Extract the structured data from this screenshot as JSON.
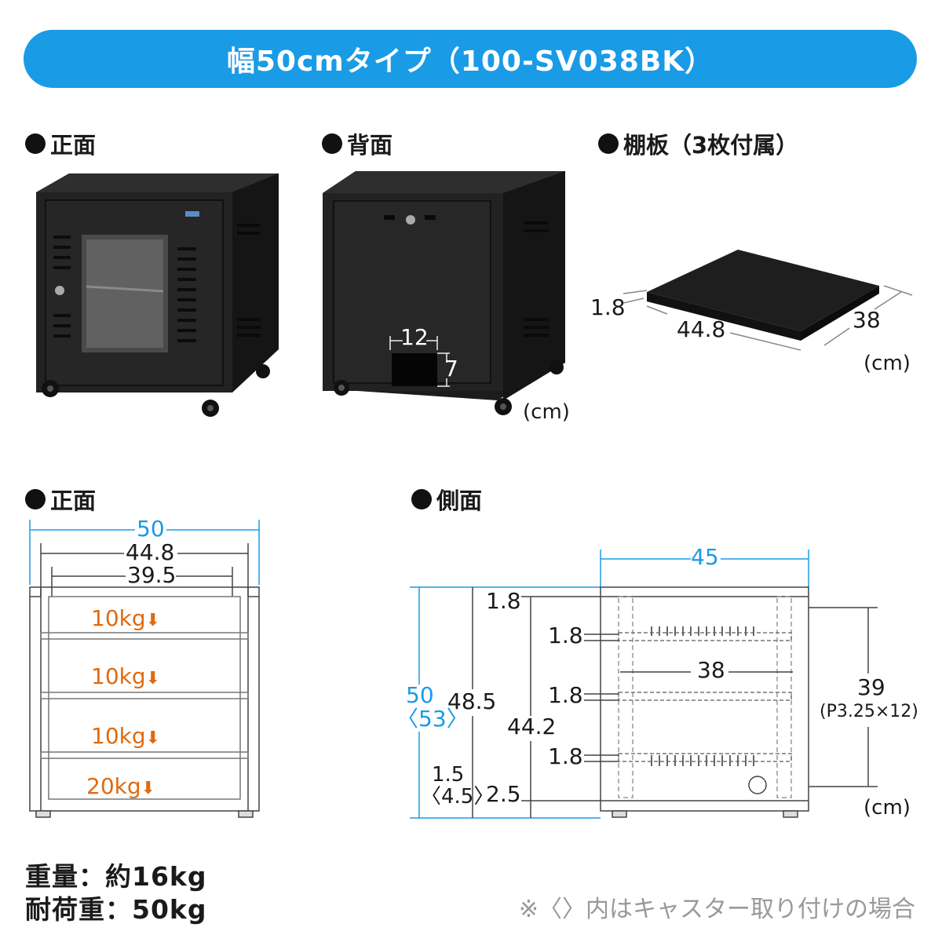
{
  "banner": {
    "title": "幅50cmタイプ（100-SV038BK）",
    "color": "#1a9be6"
  },
  "photos": {
    "front": {
      "heading": "正面"
    },
    "back": {
      "heading": "背面",
      "cutout_width": "12",
      "cutout_height": "7",
      "unit": "(cm)"
    },
    "shelf": {
      "heading": "棚板（3枚付属）",
      "thickness": "1.8",
      "width": "44.8",
      "depth": "38",
      "unit": "(cm)"
    }
  },
  "front_diagram": {
    "heading": "正面",
    "outer_width": "50",
    "inner_width": "44.8",
    "shelf_width": "39.5",
    "loads": [
      "10kg",
      "10kg",
      "10kg",
      "20kg"
    ],
    "load_color": "#e06a10",
    "dim_color": "#1a9be6"
  },
  "side_diagram": {
    "heading": "側面",
    "depth": "45",
    "height": "50",
    "height_caster": "〈53〉",
    "inner_height": "48.5",
    "rail_height": "44.2",
    "top_thickness": "1.8",
    "shelf_thickness": [
      "1.8",
      "1.8",
      "1.8"
    ],
    "shelf_depth": "38",
    "bottom_clearance": "1.5",
    "bottom_clearance_caster": "〈4.5〉",
    "bottom_gap": "2.5",
    "pitch_height": "39",
    "pitch_note": "(P3.25×12)",
    "unit": "(cm)"
  },
  "specs": {
    "weight": "重量：約16kg",
    "load_capacity": "耐荷重：50kg"
  },
  "footnote": "※〈〉内はキャスター取り付けの場合"
}
